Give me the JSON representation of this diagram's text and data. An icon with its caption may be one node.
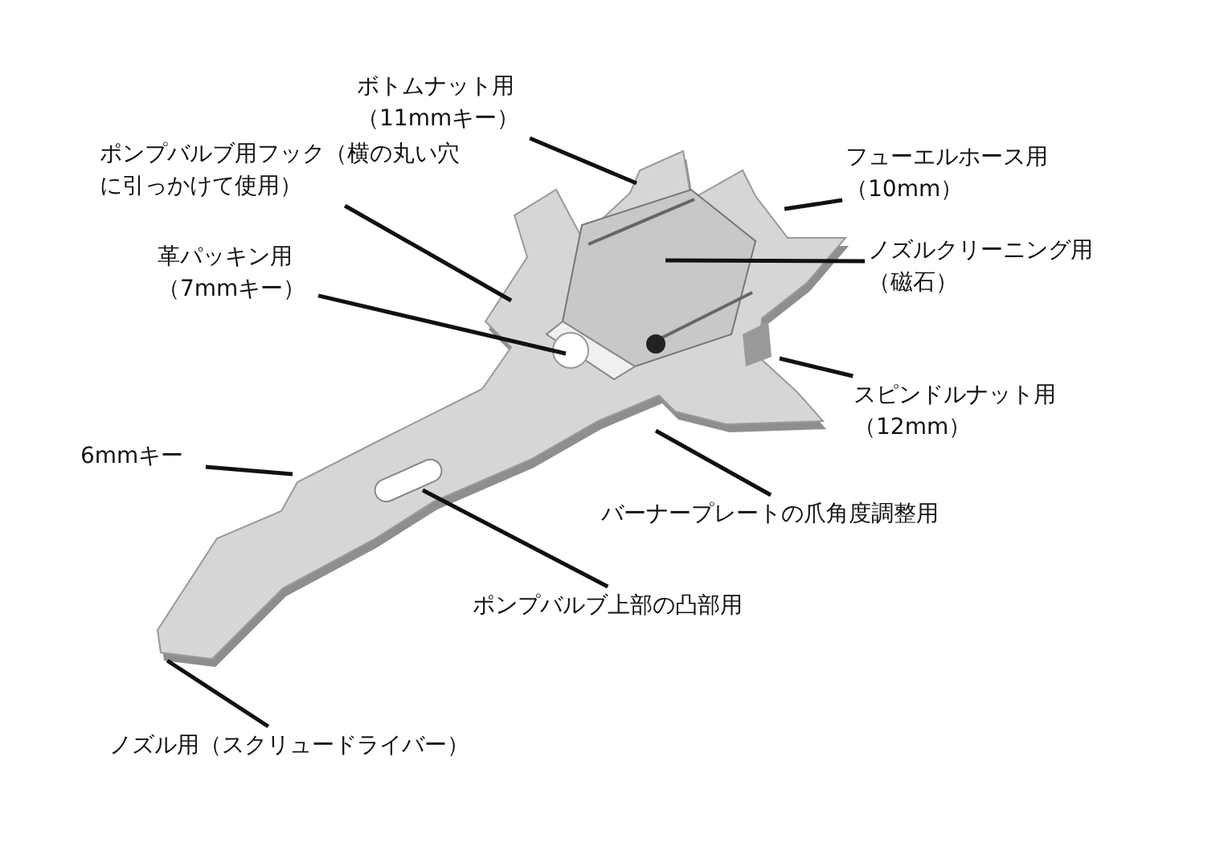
{
  "diagram": {
    "nodes": [
      {
        "text": [
          "ボトムナット用（11mmキー）"
        ]
      },
      {
        "text": [
          "ポンプバルブ用フック（横の丸い穴に引っかけて使用）"
        ]
      },
      {
        "text": [
          "フューエルホース用（10mm）"
        ]
      },
      {
        "text": [
          "ノズルクリーニング用（磁石）"
        ]
      },
      {
        "text": [
          "革パッキン用（7mmキー）"
        ]
      },
      {
        "text": [
          "スピンドルナット用（12mm）"
        ]
      },
      {
        "text": [
          "6mmキー"
        ]
      },
      {
        "text": [
          "バーナープレートの爪角度調整用"
        ]
      },
      {
        "text": [
          "ポンプバルブ上部の凸部用"
        ]
      },
      {
        "text": [
          "ノズル用（スクリュードライバー）"
        ]
      }
    ],
    "edges": [
      {
        "from": 0,
        "to": null,
        "arrow": "none"
      },
      {
        "from": 1,
        "to": null,
        "arrow": "none"
      },
      {
        "from": 2,
        "to": null,
        "arrow": "none"
      },
      {
        "from": 3,
        "to": null,
        "arrow": "none"
      },
      {
        "from": 4,
        "to": null,
        "arrow": "none"
      },
      {
        "from": 5,
        "to": null,
        "arrow": "none"
      },
      {
        "from": 6,
        "to": null,
        "arrow": "none"
      },
      {
        "from": 7,
        "to": null,
        "arrow": "none"
      },
      {
        "from": 8,
        "to": null,
        "arrow": "none"
      },
      {
        "from": 9,
        "to": null,
        "arrow": "none"
      }
    ]
  }
}
